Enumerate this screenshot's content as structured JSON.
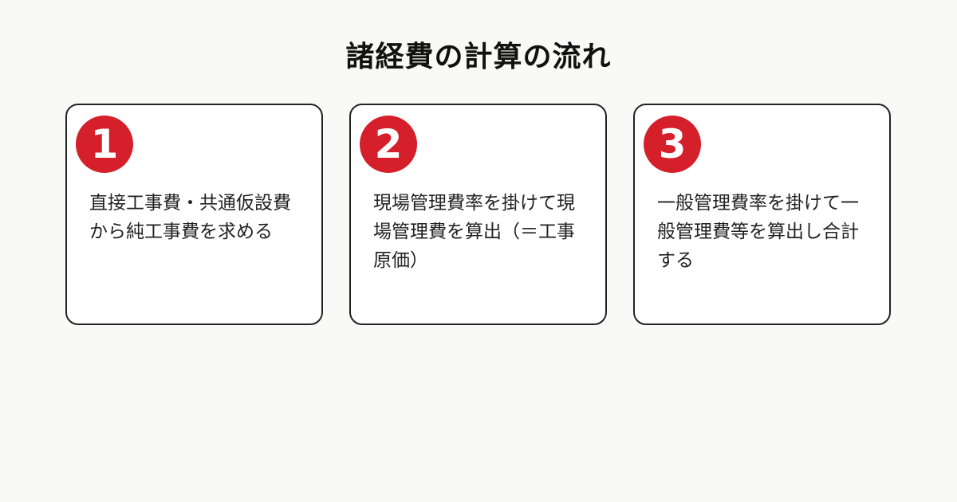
{
  "title": "諸経費の計算の流れ",
  "colors": {
    "accent": "#d5202b",
    "background": "#f9f9f7",
    "card_border": "#222222",
    "card_background": "#ffffff"
  },
  "steps": [
    {
      "number": "1",
      "text": "直接工事費・共通仮設費\nから純工事費を求める"
    },
    {
      "number": "2",
      "text": "現場管理費率を掛けて現\n場管理費を算出（＝工事\n原価）"
    },
    {
      "number": "3",
      "text": "一般管理費率を掛けて一\n般管理費等を算出し合計\nする"
    }
  ]
}
